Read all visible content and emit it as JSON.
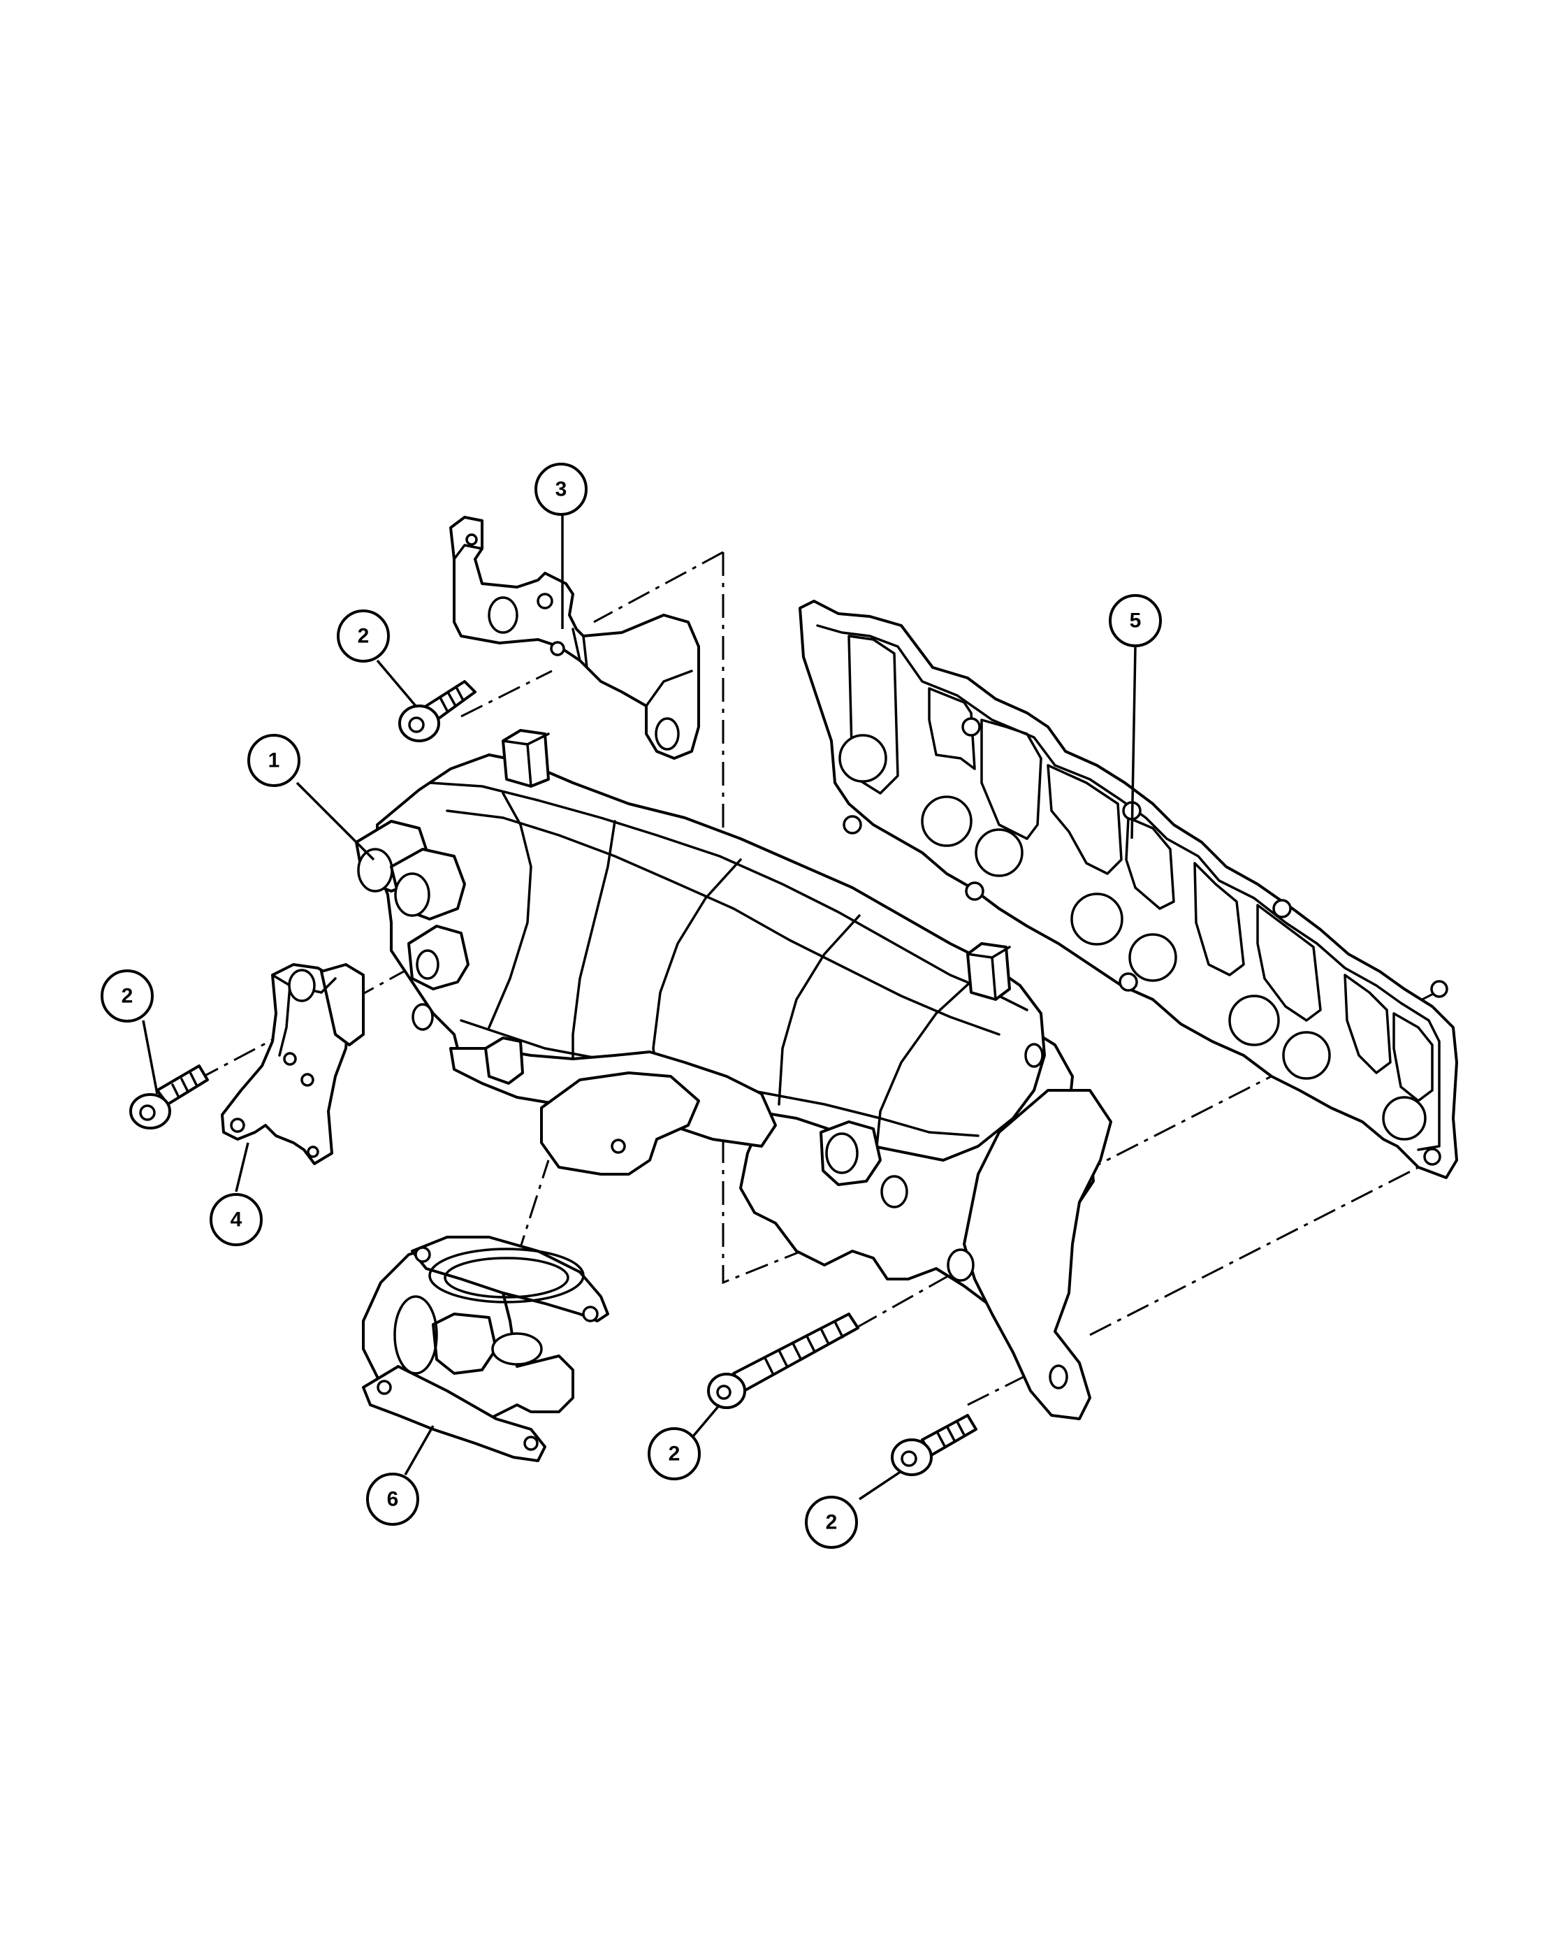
{
  "diagram": {
    "callouts": [
      {
        "id": "c1",
        "label": "1"
      },
      {
        "id": "c2a",
        "label": "2"
      },
      {
        "id": "c2b",
        "label": "2"
      },
      {
        "id": "c2c",
        "label": "2"
      },
      {
        "id": "c2d",
        "label": "2"
      },
      {
        "id": "c3",
        "label": "3"
      },
      {
        "id": "c4",
        "label": "4"
      },
      {
        "id": "c5",
        "label": "5"
      },
      {
        "id": "c6",
        "label": "6"
      }
    ]
  }
}
